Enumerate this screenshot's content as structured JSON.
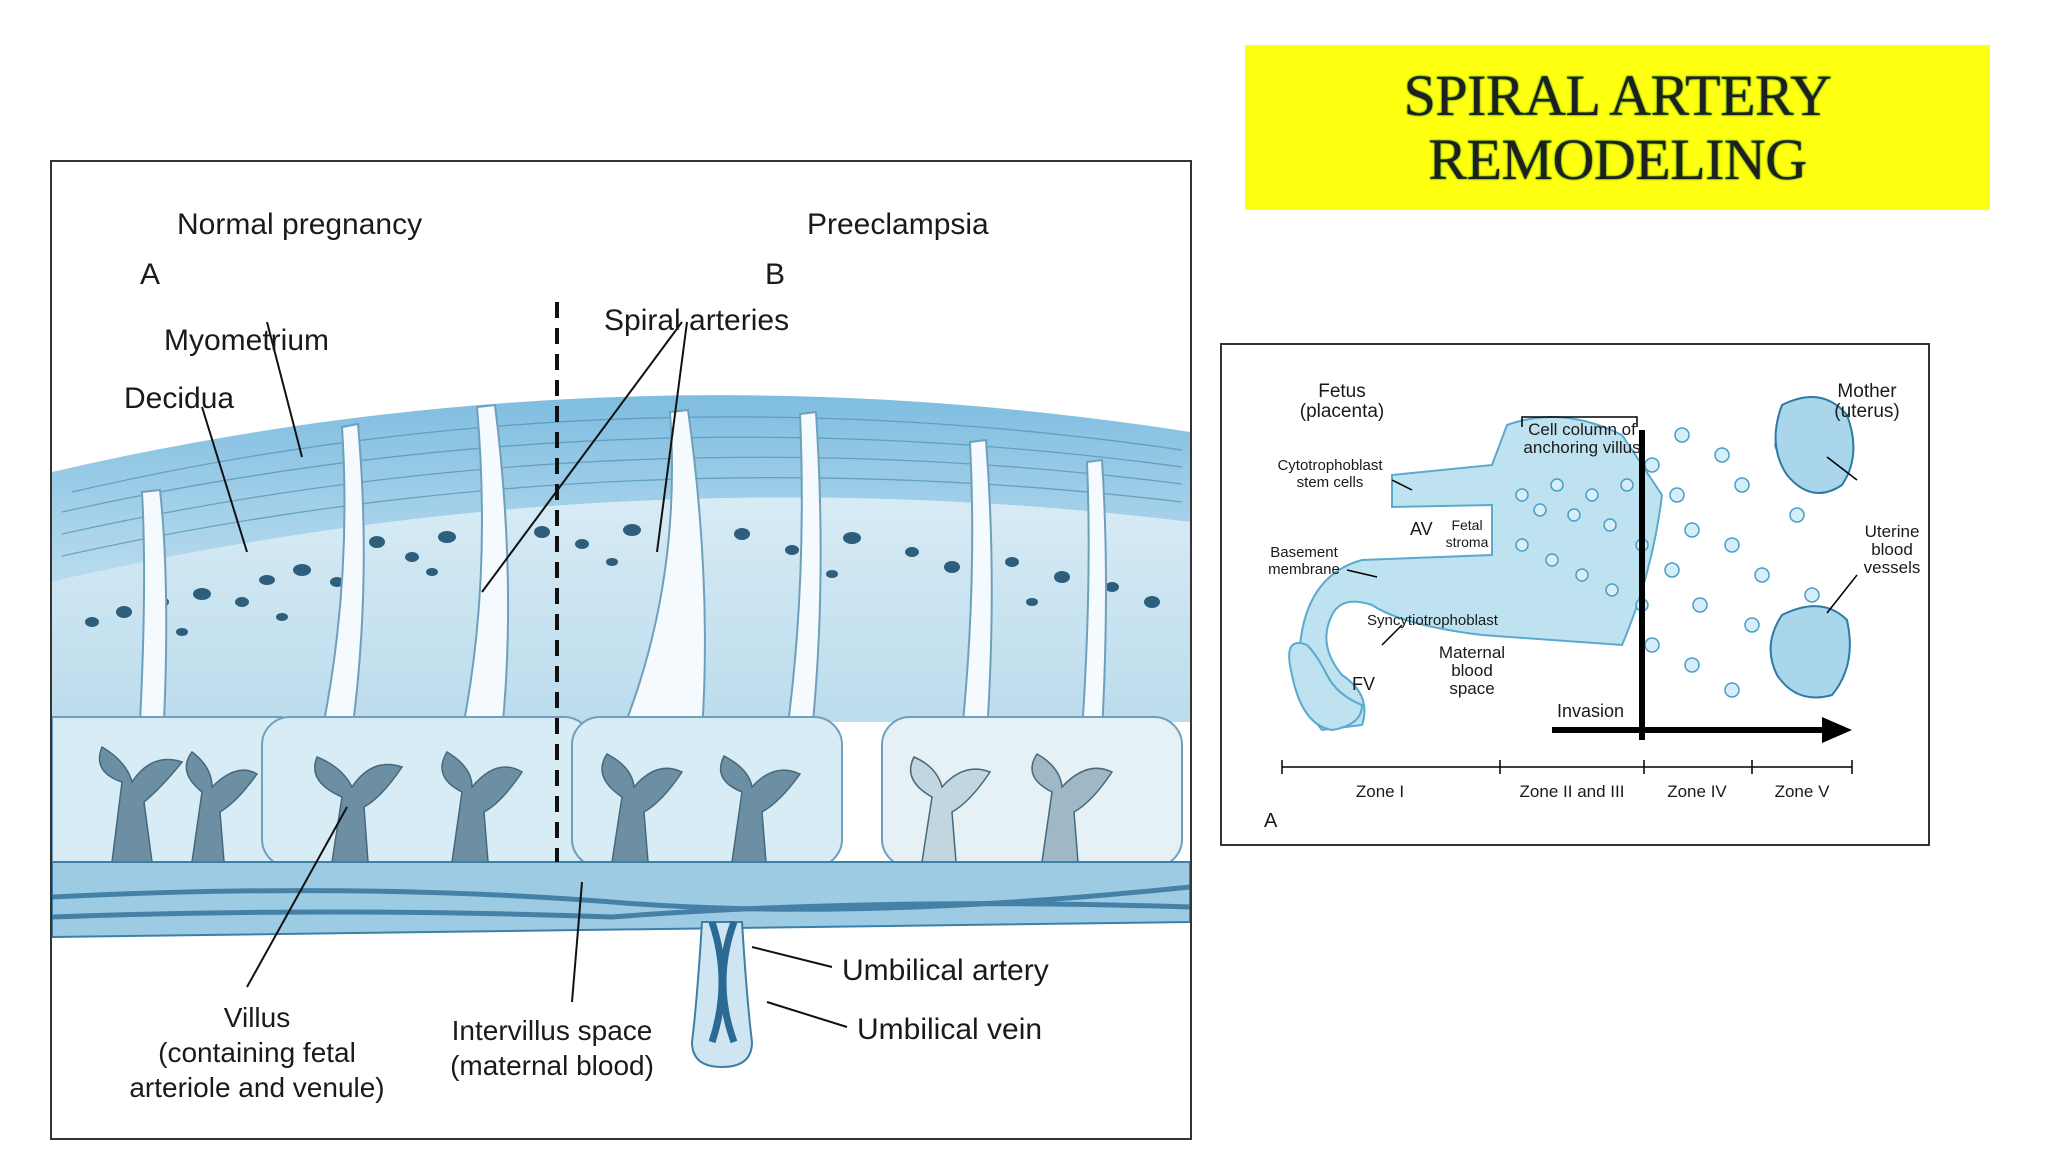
{
  "title": {
    "line1": "SPIRAL ARTERY",
    "line2": "REMODELING"
  },
  "left_diagram": {
    "heading_a": "Normal pregnancy",
    "letter_a": "A",
    "heading_b": "Preeclampsia",
    "letter_b": "B",
    "myometrium": "Myometrium",
    "decidua": "Decidua",
    "spiral_arteries": "Spiral arteries",
    "villus": {
      "line1": "Villus",
      "line2": "(containing fetal",
      "line3": "arteriole and venule)"
    },
    "intervillus": {
      "line1": "Intervillus space",
      "line2": "(maternal blood)"
    },
    "umbilical_artery": "Umbilical artery",
    "umbilical_vein": "Umbilical vein"
  },
  "right_diagram": {
    "fetus": {
      "line1": "Fetus",
      "line2": "(placenta)"
    },
    "mother": {
      "line1": "Mother",
      "line2": "(uterus)"
    },
    "cell_column": {
      "line1": "Cell column of",
      "line2": "anchoring villus"
    },
    "cytotrophoblast": {
      "line1": "Cytotrophoblast",
      "line2": "stem cells"
    },
    "av": "AV",
    "fetal_stroma": {
      "line1": "Fetal",
      "line2": "stroma"
    },
    "basement": {
      "line1": "Basement",
      "line2": "membrane"
    },
    "syncytio": "Syncytiotrophoblast",
    "maternal_blood": {
      "line1": "Maternal",
      "line2": "blood",
      "line3": "space"
    },
    "fv": "FV",
    "uterine_vessels": {
      "line1": "Uterine",
      "line2": "blood",
      "line3": "vessels"
    },
    "invasion": "Invasion",
    "zones": [
      "Zone I",
      "Zone II and III",
      "Zone IV",
      "Zone V"
    ],
    "letter": "A"
  },
  "colors": {
    "title_bg": "#ffff10",
    "tissue_dark": "#3d8ab8",
    "tissue_light": "#cde6f2",
    "villus": "#6d8fa3"
  }
}
